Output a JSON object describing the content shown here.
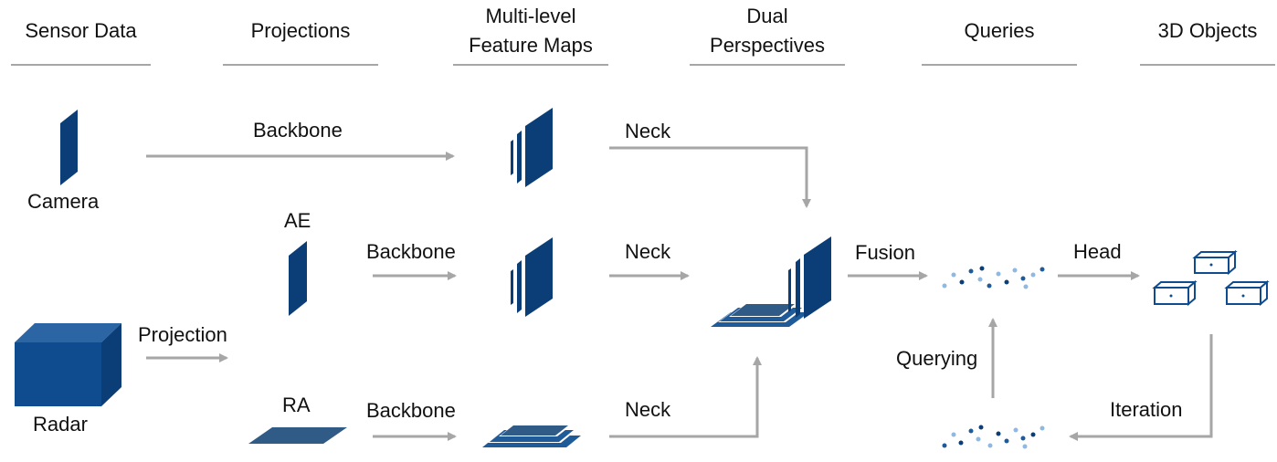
{
  "headers": {
    "sensor_data": "Sensor Data",
    "projections": "Projections",
    "feature_maps_line1": "Multi-level",
    "feature_maps_line2": "Feature Maps",
    "dual_line1": "Dual",
    "dual_line2": "Perspectives",
    "queries": "Queries",
    "objects": "3D Objects"
  },
  "labels": {
    "camera": "Camera",
    "radar": "Radar",
    "ae": "AE",
    "ra": "RA",
    "projection": "Projection",
    "backbone_camera": "Backbone",
    "backbone_ae": "Backbone",
    "backbone_ra": "Backbone",
    "neck_camera": "Neck",
    "neck_ae": "Neck",
    "neck_ra": "Neck",
    "fusion": "Fusion",
    "head": "Head",
    "querying": "Querying",
    "iteration": "Iteration"
  },
  "colors": {
    "dark_blue": "#0b3d77",
    "mid_blue": "#1f5a99",
    "light_blue": "#8fb8e3",
    "arrow_gray": "#a6a6a6",
    "rule_gray": "#a6a6a6"
  }
}
